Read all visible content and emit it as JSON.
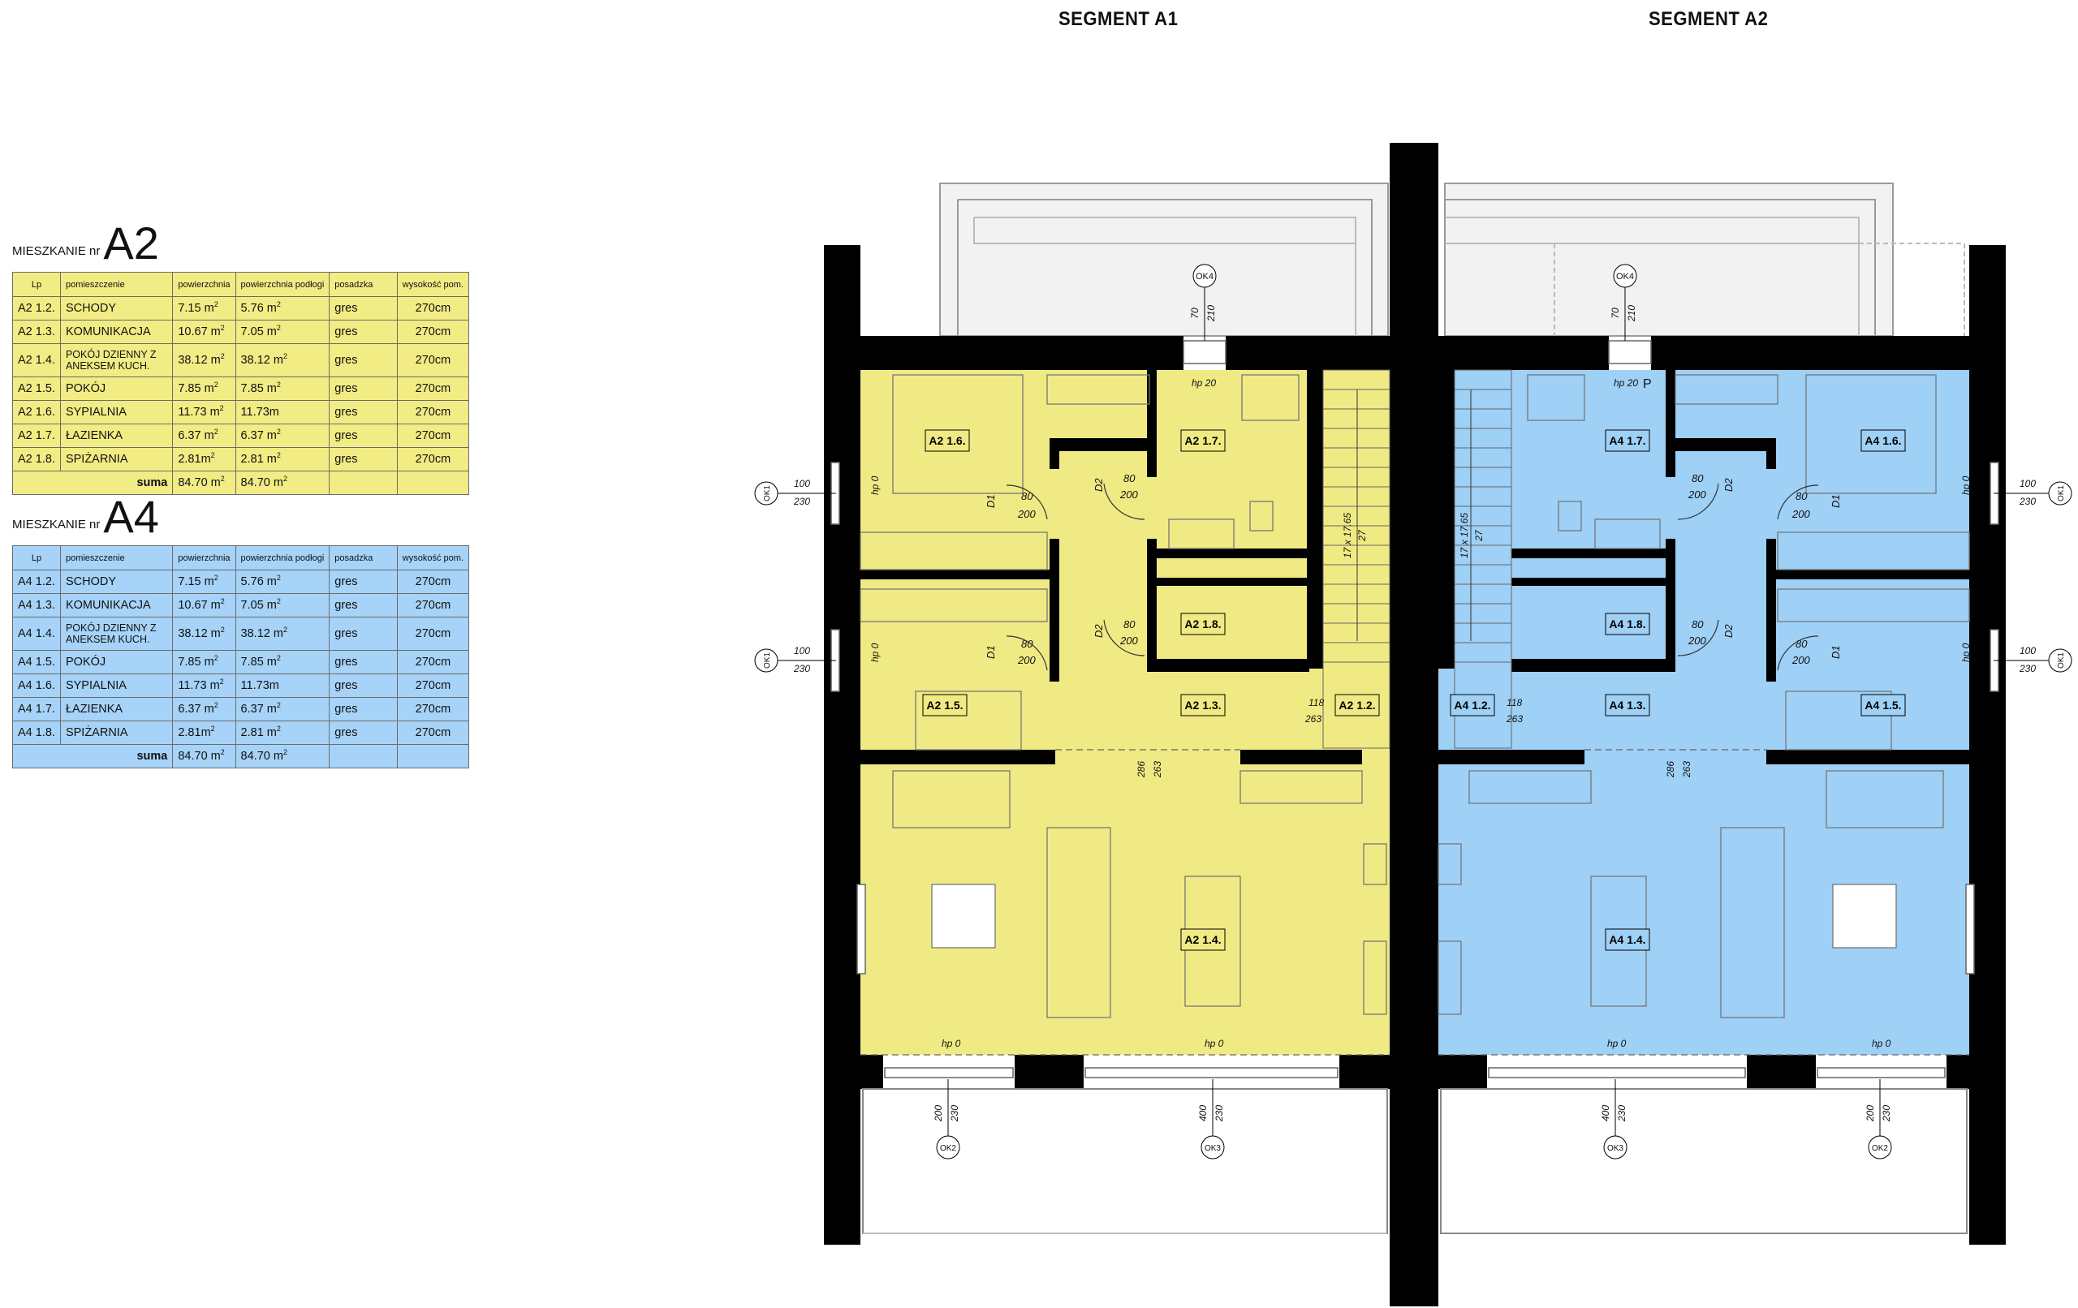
{
  "segments": {
    "a1": "SEGMENT A1",
    "a2": "SEGMENT A2"
  },
  "colors": {
    "a2_fill": "#f0ea84",
    "a4_fill": "#9fd0f6",
    "wall": "#000000"
  },
  "apartments": [
    {
      "prefix": "MIESZKANIE nr",
      "number": "A2",
      "headers": [
        "Lp",
        "pomieszczenie",
        "powierzchnia",
        "powierzchnia podłogi",
        "posadzka",
        "wysokość pom."
      ],
      "rows": [
        {
          "lp": "A2 1.2.",
          "name": "SCHODY",
          "area": "7.15 m",
          "floor": "5.76 m",
          "fin": "gres",
          "h": "270cm"
        },
        {
          "lp": "A2 1.3.",
          "name": "KOMUNIKACJA",
          "area": "10.67 m",
          "floor": "7.05 m",
          "fin": "gres",
          "h": "270cm"
        },
        {
          "lp": "A2 1.4.",
          "name": "POKÓJ DZIENNY Z ANEKSEM KUCH.",
          "area": "38.12 m",
          "floor": "38.12 m",
          "fin": "gres",
          "h": "270cm"
        },
        {
          "lp": "A2 1.5.",
          "name": "POKÓJ",
          "area": "7.85 m",
          "floor": "7.85 m",
          "fin": "gres",
          "h": "270cm"
        },
        {
          "lp": "A2 1.6.",
          "name": "SYPIALNIA",
          "area": "11.73 m",
          "floor": "11.73m",
          "fin": "gres",
          "h": "270cm"
        },
        {
          "lp": "A2 1.7.",
          "name": "ŁAZIENKA",
          "area": "6.37 m",
          "floor": "6.37 m",
          "fin": "gres",
          "h": "270cm"
        },
        {
          "lp": "A2 1.8.",
          "name": "SPIŻARNIA",
          "area": "2.81m",
          "floor": "2.81 m",
          "fin": "gres",
          "h": "270cm"
        }
      ],
      "sum_label": "suma",
      "sum_area": "84.70 m",
      "sum_floor": "84.70 m",
      "sup": "2"
    },
    {
      "prefix": "MIESZKANIE nr",
      "number": "A4",
      "headers": [
        "Lp",
        "pomieszczenie",
        "powierzchnia",
        "powierzchnia podłogi",
        "posadzka",
        "wysokość pom."
      ],
      "rows": [
        {
          "lp": "A4 1.2.",
          "name": "SCHODY",
          "area": "7.15 m",
          "floor": "5.76 m",
          "fin": "gres",
          "h": "270cm"
        },
        {
          "lp": "A4 1.3.",
          "name": "KOMUNIKACJA",
          "area": "10.67 m",
          "floor": "7.05 m",
          "fin": "gres",
          "h": "270cm"
        },
        {
          "lp": "A4 1.4.",
          "name": "POKÓJ DZIENNY Z ANEKSEM KUCH.",
          "area": "38.12 m",
          "floor": "38.12 m",
          "fin": "gres",
          "h": "270cm"
        },
        {
          "lp": "A4 1.5.",
          "name": "POKÓJ",
          "area": "7.85 m",
          "floor": "7.85 m",
          "fin": "gres",
          "h": "270cm"
        },
        {
          "lp": "A4 1.6.",
          "name": "SYPIALNIA",
          "area": "11.73 m",
          "floor": "11.73m",
          "fin": "gres",
          "h": "270cm"
        },
        {
          "lp": "A4 1.7.",
          "name": "ŁAZIENKA",
          "area": "6.37 m",
          "floor": "6.37 m",
          "fin": "gres",
          "h": "270cm"
        },
        {
          "lp": "A4 1.8.",
          "name": "SPIŻARNIA",
          "area": "2.81m",
          "floor": "2.81 m",
          "fin": "gres",
          "h": "270cm"
        }
      ],
      "sum_label": "suma",
      "sum_area": "84.70 m",
      "sum_floor": "84.70 m",
      "sup": "2"
    }
  ],
  "plan": {
    "left": {
      "rooms": {
        "r16": "A2 1.6.",
        "r17": "A2 1.7.",
        "r18": "A2 1.8.",
        "r15": "A2 1.5.",
        "r13": "A2 1.3.",
        "r12": "A2 1.2.",
        "r14": "A2 1.4."
      },
      "doors": {
        "d1a": "D1",
        "d2a": "D2",
        "d1b": "D1",
        "d2b": "D2",
        "w": "80",
        "h": "200"
      },
      "windows": {
        "ok4": "OK4",
        "ok4_w": "70",
        "ok4_h": "210",
        "ok1": "OK1",
        "ok1_w": "100",
        "ok1_h": "230",
        "ok2": "OK2",
        "ok2_w": "200",
        "ok2_h": "230",
        "ok3": "OK3",
        "ok3_w": "400",
        "ok3_h": "230"
      },
      "labels": {
        "hp20": "hp 20",
        "hp0": "hp 0",
        "stairs": "17 x 17.65",
        "steps": "27",
        "op_w": "118",
        "op_h": "263",
        "o2_w": "286",
        "o2_h": "263"
      }
    },
    "right": {
      "rooms": {
        "r17": "A4 1.7.",
        "r16": "A4 1.6.",
        "r18": "A4 1.8.",
        "r12": "A4 1.2.",
        "r13": "A4 1.3.",
        "r15": "A4 1.5.",
        "r14": "A4 1.4."
      },
      "doors": {
        "d2a": "D2",
        "d1a": "D1",
        "d2b": "D2",
        "d1b": "D1",
        "w": "80",
        "h": "200"
      },
      "windows": {
        "ok4": "OK4",
        "ok4_w": "70",
        "ok4_h": "210",
        "ok1": "OK1",
        "ok1_w": "100",
        "ok1_h": "230",
        "ok2": "OK2",
        "ok2_w": "200",
        "ok2_h": "230",
        "ok3": "OK3",
        "ok3_w": "400",
        "ok3_h": "230"
      },
      "labels": {
        "hp20": "hp 20",
        "p": "P",
        "hp0": "hp 0",
        "stairs": "17 x 17.65",
        "steps": "27",
        "op_w": "118",
        "op_h": "263",
        "o2_w": "286",
        "o2_h": "263"
      }
    }
  }
}
